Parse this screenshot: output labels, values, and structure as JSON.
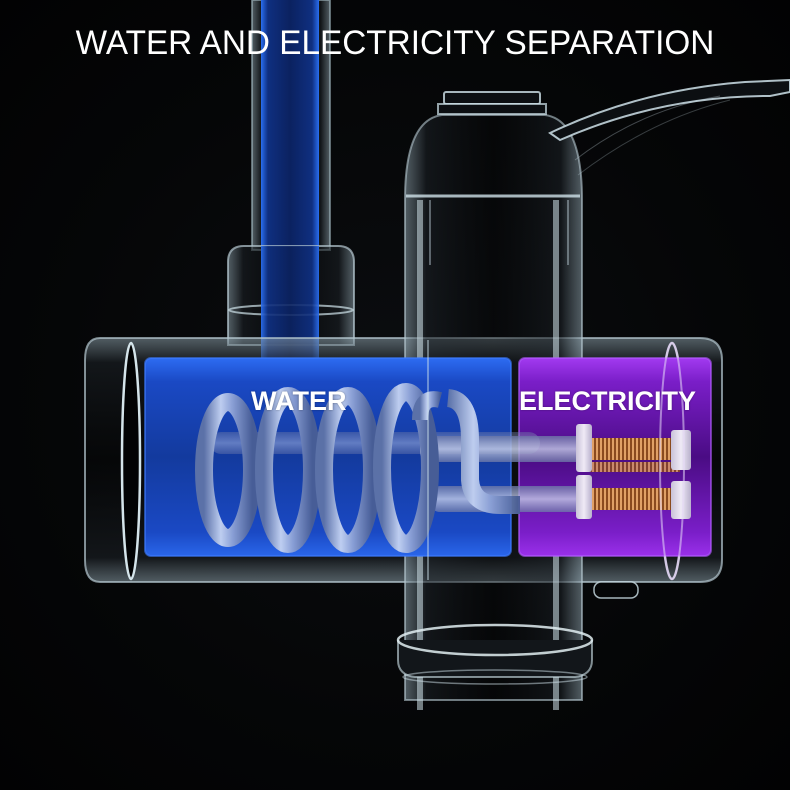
{
  "title": "WATER AND ELECTRICITY SEPARATION",
  "labels": {
    "water": "WATER",
    "electricity": "ELECTRICITY"
  },
  "colors": {
    "background": "#050607",
    "water_blue": "#1f5de0",
    "electricity_purple": "#8a22d8",
    "outline": "#cfe2ea",
    "copper": "#c5773c",
    "text": "#ffffff"
  },
  "components": {
    "inlet_pipe": "blue-water-inlet-pipe",
    "water_chamber": "heating-coil-chamber",
    "heating_coil": "spiral-heating-element",
    "electric_chamber": "terminal-chamber",
    "terminals": "copper-threaded-terminals",
    "faucet_body": "vertical-faucet-body",
    "handle": "lever-handle",
    "base_ring": "mounting-ring"
  }
}
